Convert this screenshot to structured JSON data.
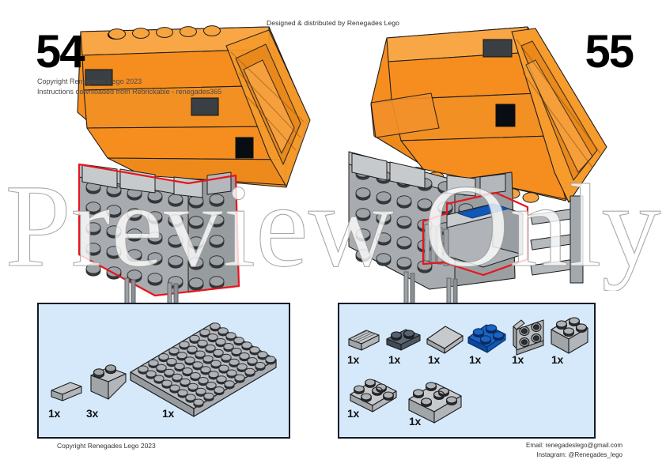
{
  "document": {
    "header_credit": "Designed & distributed by Renegades Lego",
    "copyright_line1": "Copyright Renegades Lego 2023",
    "copyright_line2": "Instructions downloaded from Rebrickable - renegades365",
    "footer_copyright": "Copyright Renegades Lego 2023",
    "footer_email": "Email: renegadeslego@gmail.com",
    "footer_instagram": "Instagram: @Renegades_lego",
    "watermark": "Preview Only"
  },
  "steps": [
    {
      "number": "54",
      "side": "left"
    },
    {
      "number": "55",
      "side": "right"
    }
  ],
  "colors": {
    "orange": "#F58E1E",
    "orange_dark": "#D9771A",
    "orange_light": "#F9A746",
    "gray": "#A8ACB0",
    "gray_dark": "#7E8488",
    "gray_light": "#C3C7CA",
    "blue": "#1057B8",
    "dark_blue_gray": "#4A5764",
    "window_dark": "#3A3F44",
    "window_black": "#0B1016",
    "highlight_red": "#E8151C",
    "bin_fill": "#D6E9FB",
    "bin_border": "#131A28",
    "stud_shadow": "#2B2F33"
  },
  "parts_bins": {
    "left": {
      "parts": [
        {
          "name": "tile-1x2-gray",
          "qty": "1x",
          "color": "#A8ACB0"
        },
        {
          "name": "slope-2x2-gray",
          "qty": "3x",
          "color": "#A8ACB0"
        },
        {
          "name": "plate-8x8-gray",
          "qty": "1x",
          "color": "#A8ACB0"
        }
      ]
    },
    "right": {
      "parts": [
        {
          "name": "grille-tile-1x2-gray",
          "qty": "1x",
          "color": "#B3B7BA"
        },
        {
          "name": "plate-1x2-dark-blue-gray",
          "qty": "1x",
          "color": "#4A5764"
        },
        {
          "name": "tile-2x2-gray",
          "qty": "1x",
          "color": "#B3B7BA"
        },
        {
          "name": "plate-2x2-blue",
          "qty": "1x",
          "color": "#1057B8"
        },
        {
          "name": "bracket-2x2-gray",
          "qty": "1x",
          "color": "#B3B7BA"
        },
        {
          "name": "brick-2x2-gray",
          "qty": "1x",
          "color": "#B3B7BA"
        },
        {
          "name": "plate-2x3-gray",
          "qty": "1x",
          "color": "#B3B7BA"
        },
        {
          "name": "brick-2x3-gray",
          "qty": "1x",
          "color": "#B3B7BA"
        }
      ]
    }
  }
}
